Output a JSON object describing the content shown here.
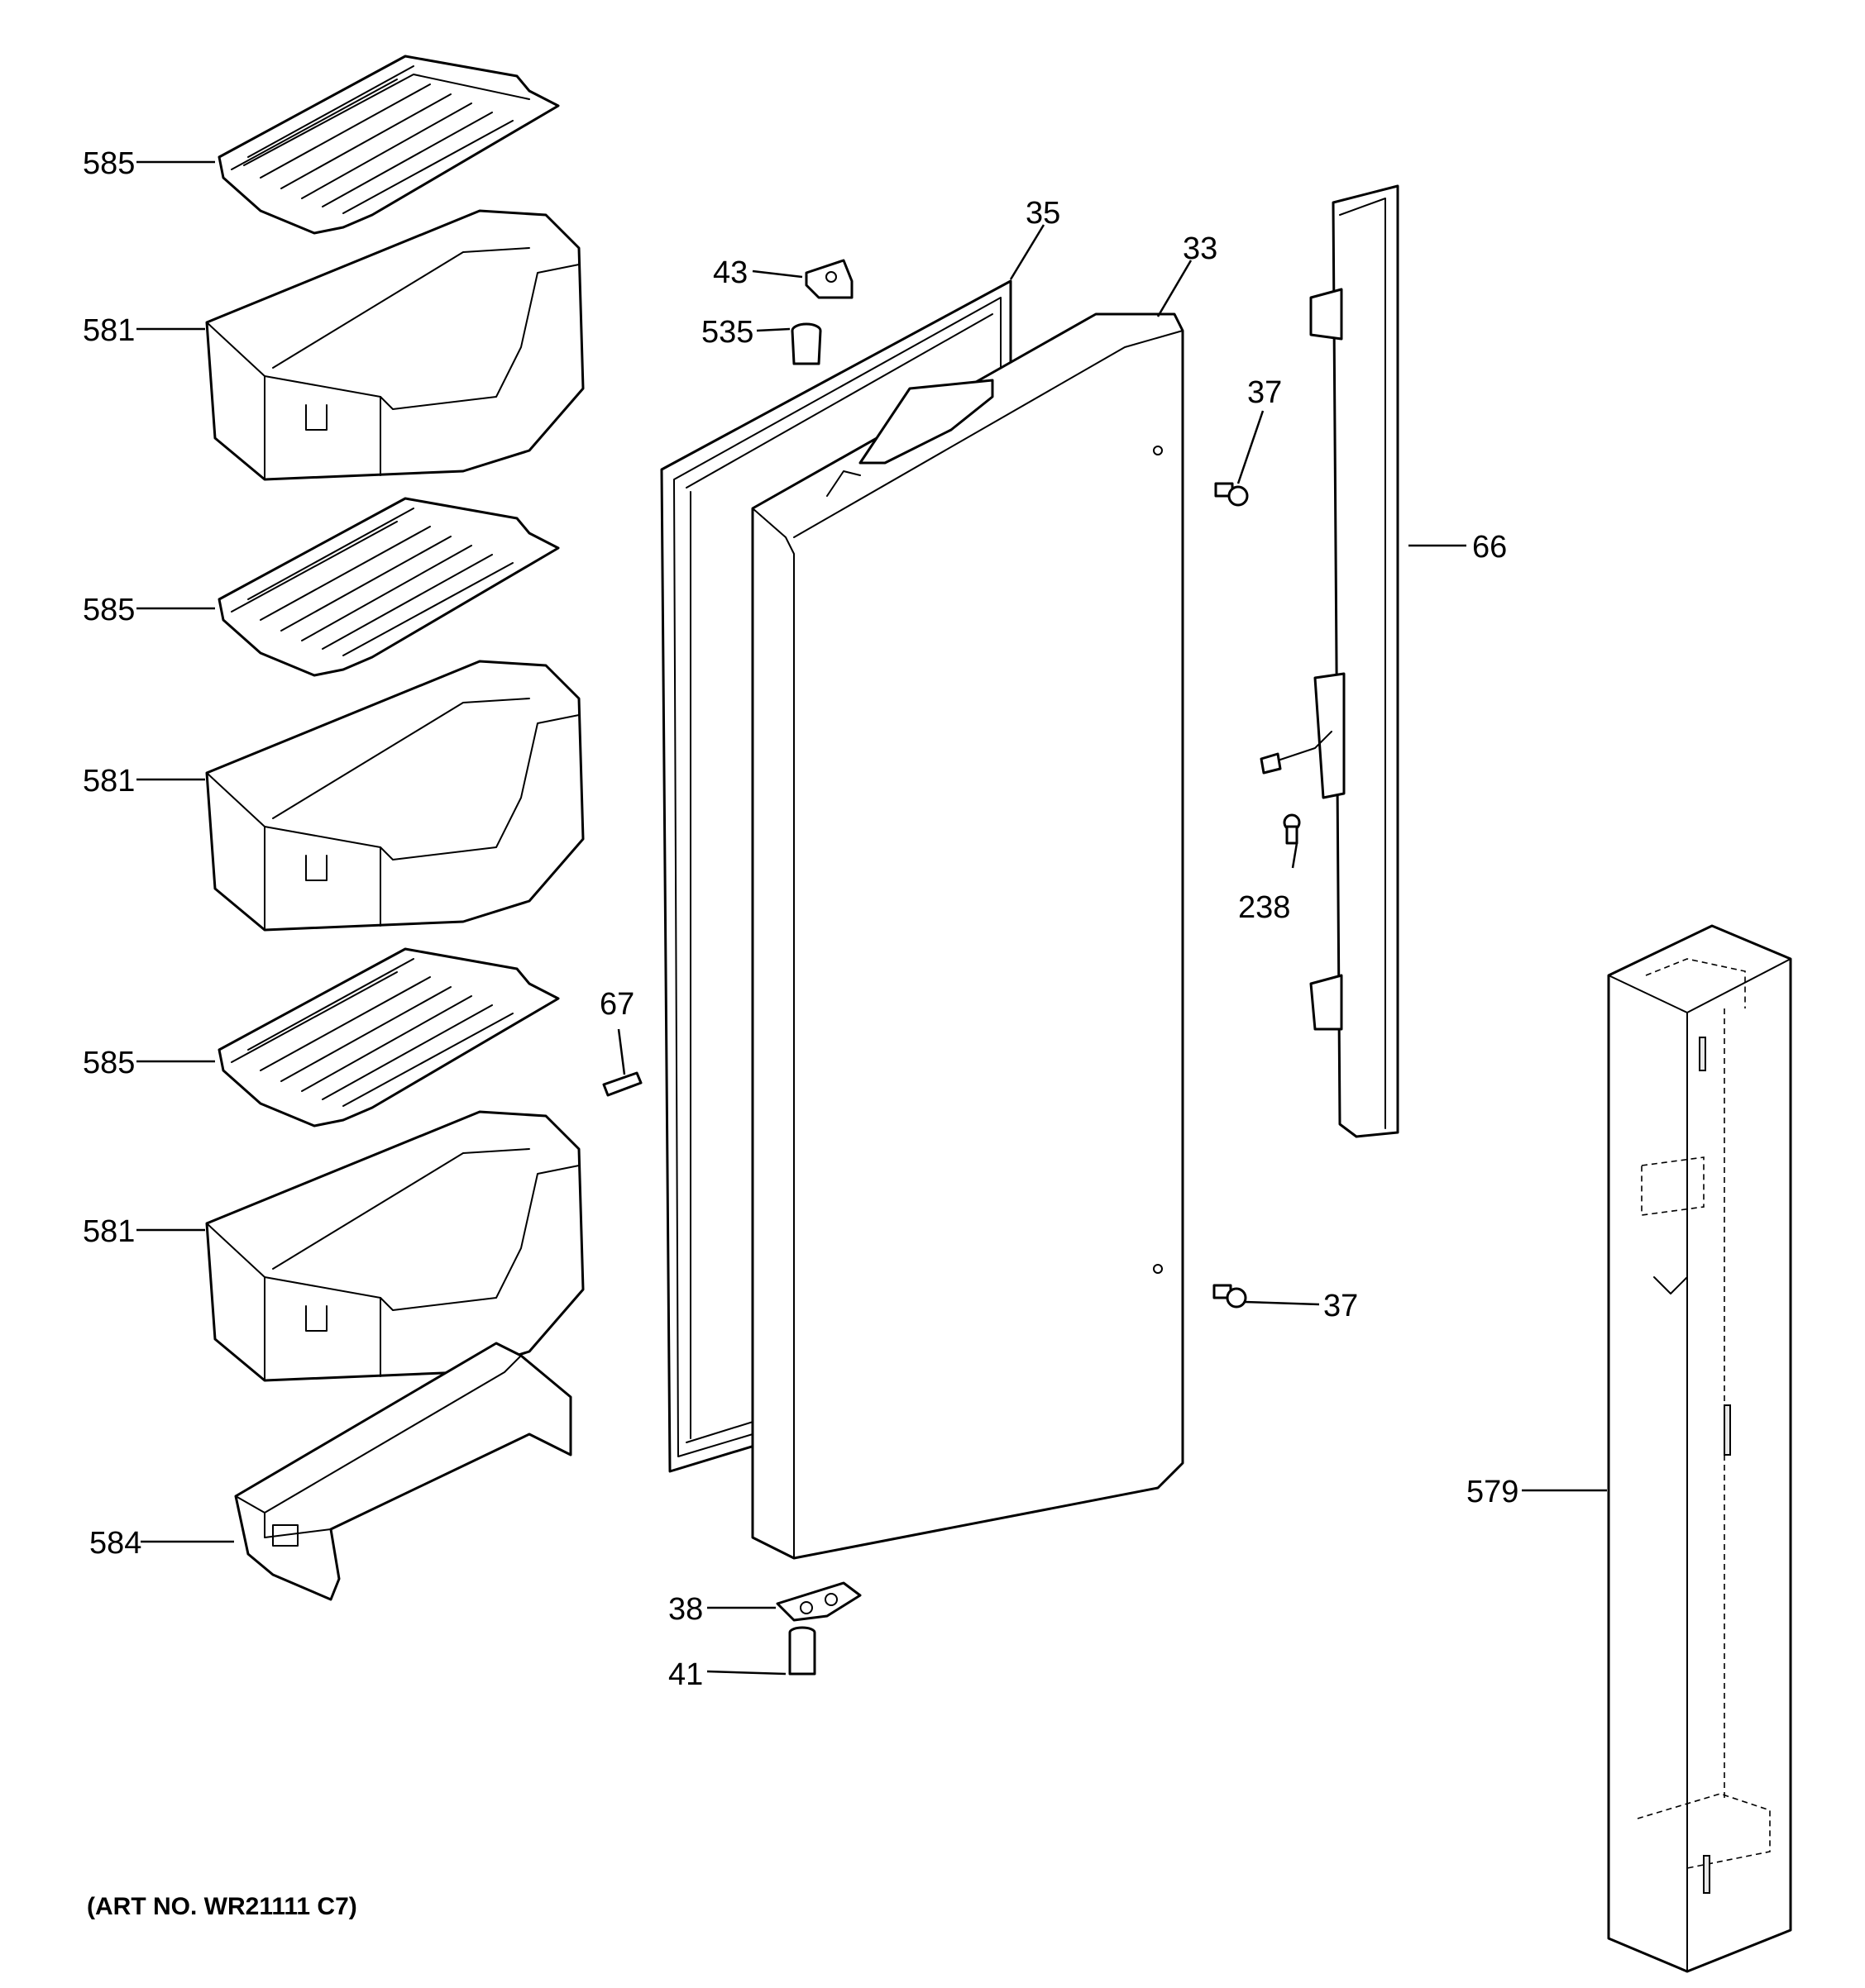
{
  "diagram": {
    "caption": "(ART NO. WR21111 C7)",
    "callouts": [
      {
        "id": "c585a",
        "text": "585"
      },
      {
        "id": "c581a",
        "text": "581"
      },
      {
        "id": "c585b",
        "text": "585"
      },
      {
        "id": "c581b",
        "text": "581"
      },
      {
        "id": "c585c",
        "text": "585"
      },
      {
        "id": "c581c",
        "text": "581"
      },
      {
        "id": "c584",
        "text": "584"
      },
      {
        "id": "c43",
        "text": "43"
      },
      {
        "id": "c535",
        "text": "535"
      },
      {
        "id": "c35",
        "text": "35"
      },
      {
        "id": "c33",
        "text": "33"
      },
      {
        "id": "c37a",
        "text": "37"
      },
      {
        "id": "c66",
        "text": "66"
      },
      {
        "id": "c238",
        "text": "238"
      },
      {
        "id": "c67",
        "text": "67"
      },
      {
        "id": "c37b",
        "text": "37"
      },
      {
        "id": "c579",
        "text": "579"
      },
      {
        "id": "c38",
        "text": "38"
      },
      {
        "id": "c41",
        "text": "41"
      }
    ]
  }
}
